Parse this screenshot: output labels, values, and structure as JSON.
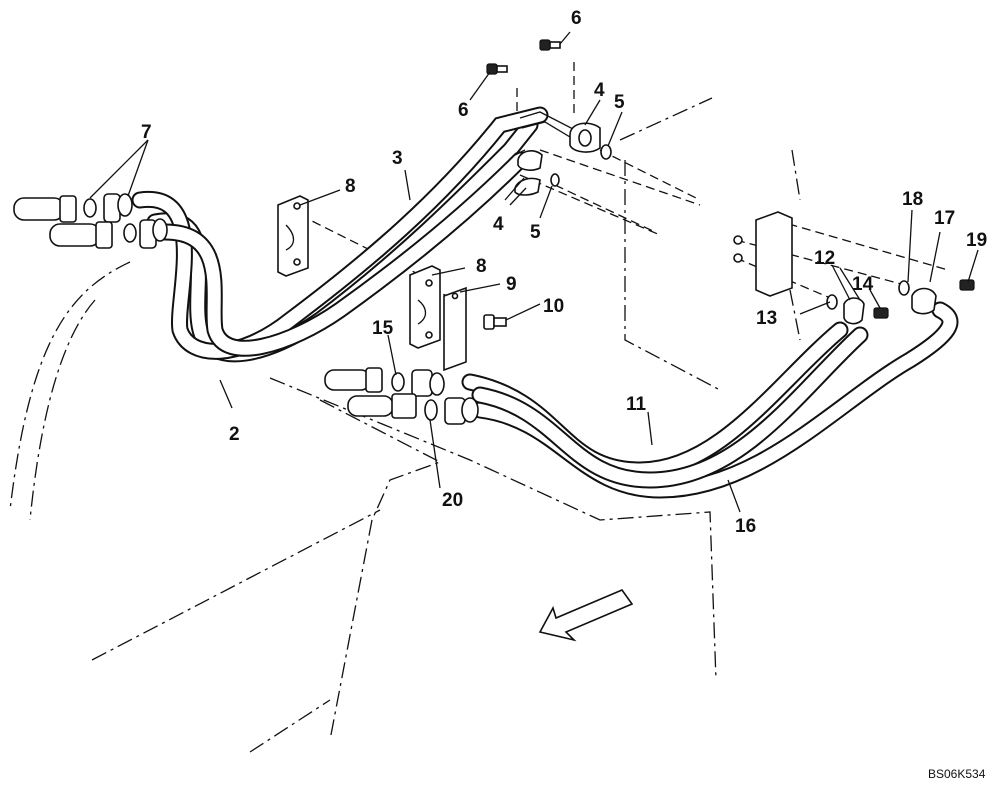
{
  "callouts": {
    "c2": "2",
    "c3": "3",
    "c4a": "4",
    "c4b": "4",
    "c5a": "5",
    "c5b": "5",
    "c6a": "6",
    "c6b": "6",
    "c7": "7",
    "c8a": "8",
    "c8b": "8",
    "c9": "9",
    "c10": "10",
    "c11": "11",
    "c12": "12",
    "c13": "13",
    "c14": "14",
    "c15": "15",
    "c16": "16",
    "c17": "17",
    "c18": "18",
    "c19": "19",
    "c20": "20"
  },
  "drawing_code": "BS06K534"
}
